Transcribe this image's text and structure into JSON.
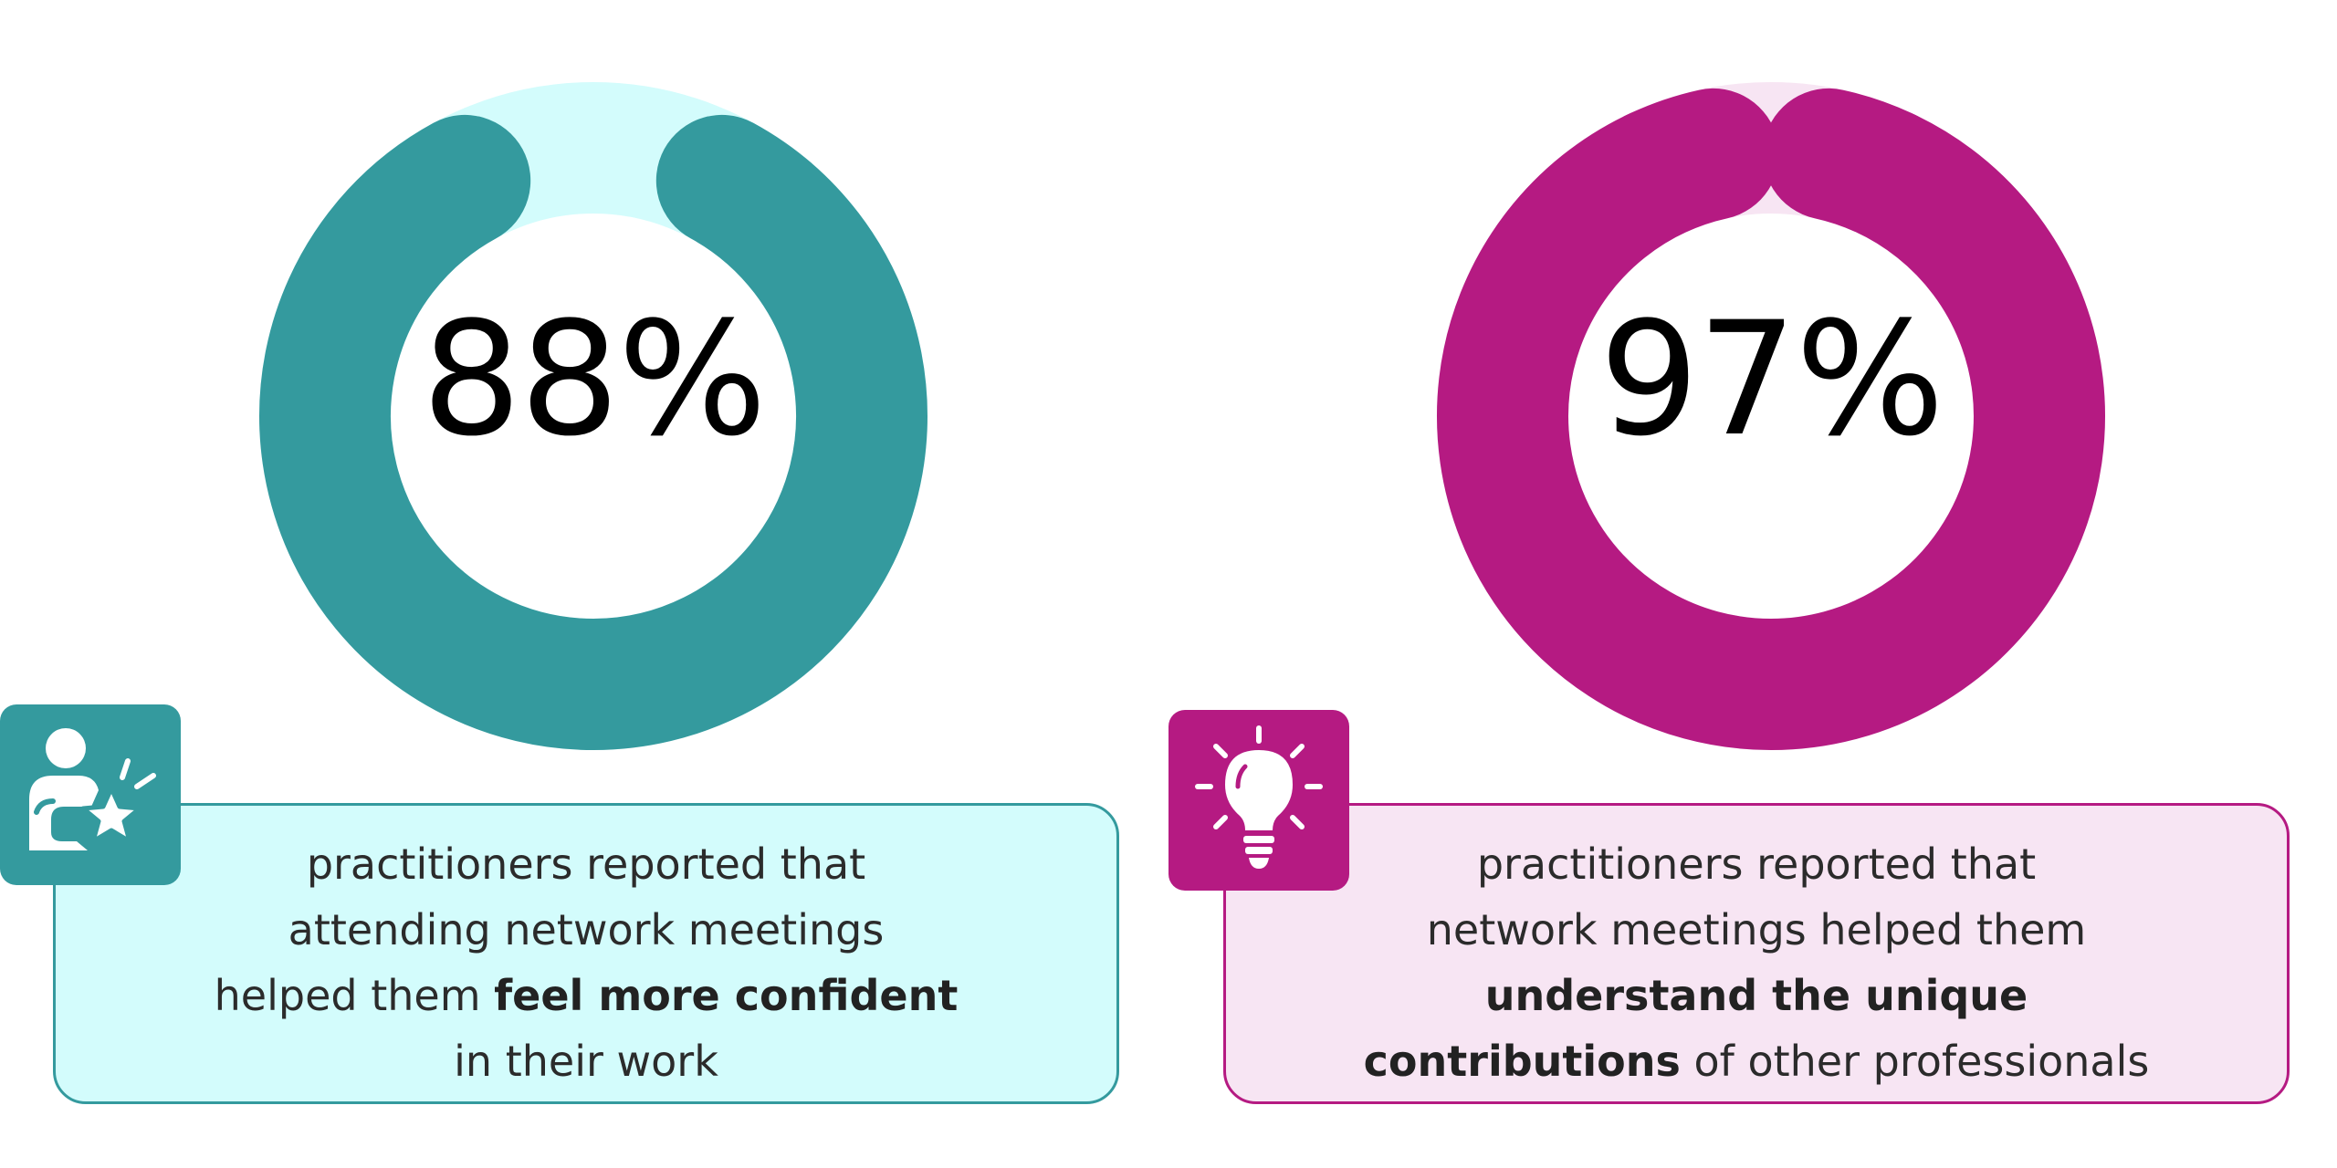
{
  "chart_data": [
    {
      "type": "pie",
      "variant": "donut",
      "value_percent": 88,
      "label": "88%",
      "colors": {
        "fill": "#349a9e",
        "track": "#d3fcfc"
      },
      "caption": {
        "line1": "practitioners reported that",
        "line2": "attending network meetings",
        "line3_pre": "helped them ",
        "line3_bold": "feel more confident",
        "line4": "in their work"
      },
      "card_colors": {
        "background": "#d3fcfc",
        "border": "#349a9e"
      },
      "icon": "person-star-icon"
    },
    {
      "type": "pie",
      "variant": "donut",
      "value_percent": 97,
      "label": "97%",
      "colors": {
        "fill": "#b51a82",
        "track": "#f7e5f3"
      },
      "caption": {
        "line1": "practitioners reported that",
        "line2": "network meetings helped them",
        "line3_bold": "understand the unique",
        "line4_bold": "contributions",
        "line4_post": " of other professionals"
      },
      "card_colors": {
        "background": "#f7e5f3",
        "border": "#b51a82"
      },
      "icon": "lightbulb-icon"
    }
  ]
}
